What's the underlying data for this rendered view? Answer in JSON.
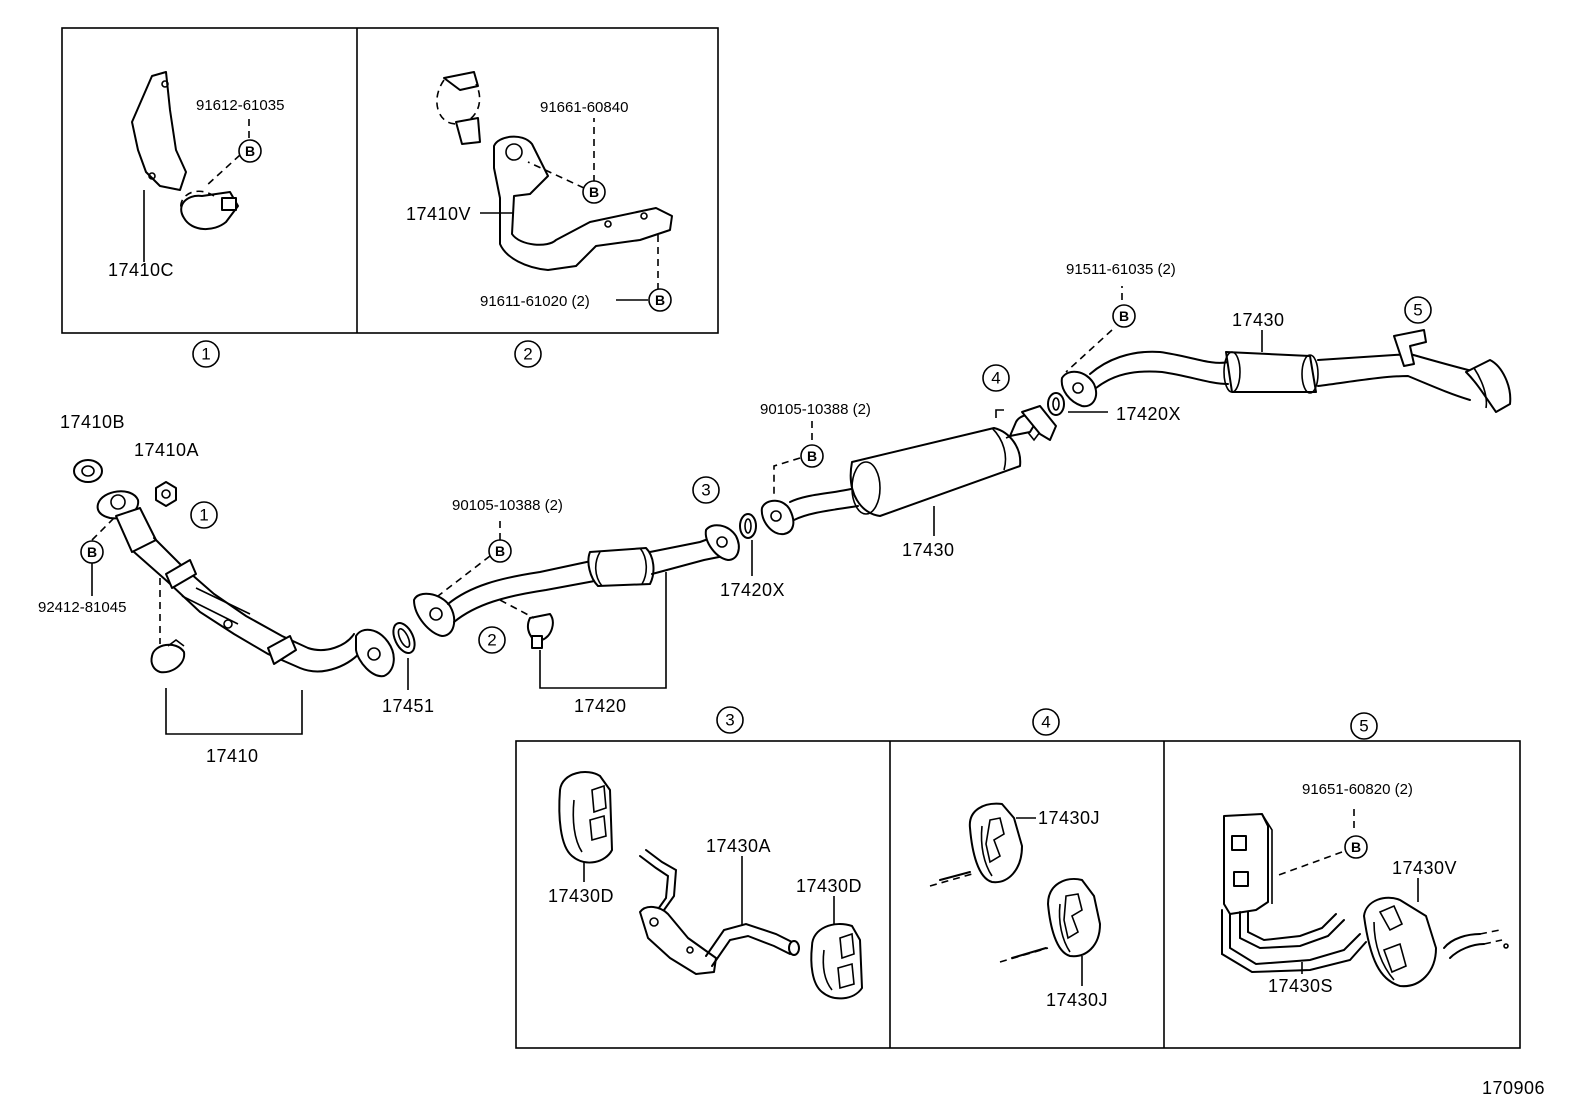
{
  "labels": {
    "l17410C": "17410C",
    "l91612_61035": "91612-61035",
    "l91661_60840": "91661-60840",
    "l17410V": "17410V",
    "l91611_61020": "91611-61020 (2)",
    "l17410B": "17410B",
    "l17410A": "17410A",
    "l92412_81045": "92412-81045",
    "l17410": "17410",
    "l17451": "17451",
    "l90105_a": "90105-10388 (2)",
    "l17420": "17420",
    "l17420X_a": "17420X",
    "l90105_b": "90105-10388 (2)",
    "l17430_a": "17430",
    "l91511_61035": "91511-61035 (2)",
    "l17430_b": "17430",
    "l17420X_b": "17420X",
    "l17430D_a": "17430D",
    "l17430A": "17430A",
    "l17430D_b": "17430D",
    "l17430J_a": "17430J",
    "l17430J_b": "17430J",
    "l91651_60820": "91651-60820 (2)",
    "l17430V": "17430V",
    "l17430S": "17430S",
    "diagram_code": "170906"
  },
  "callouts": {
    "c1": "1",
    "c2": "2",
    "c3": "3",
    "c4": "4",
    "c5": "5",
    "bolt": "B"
  }
}
